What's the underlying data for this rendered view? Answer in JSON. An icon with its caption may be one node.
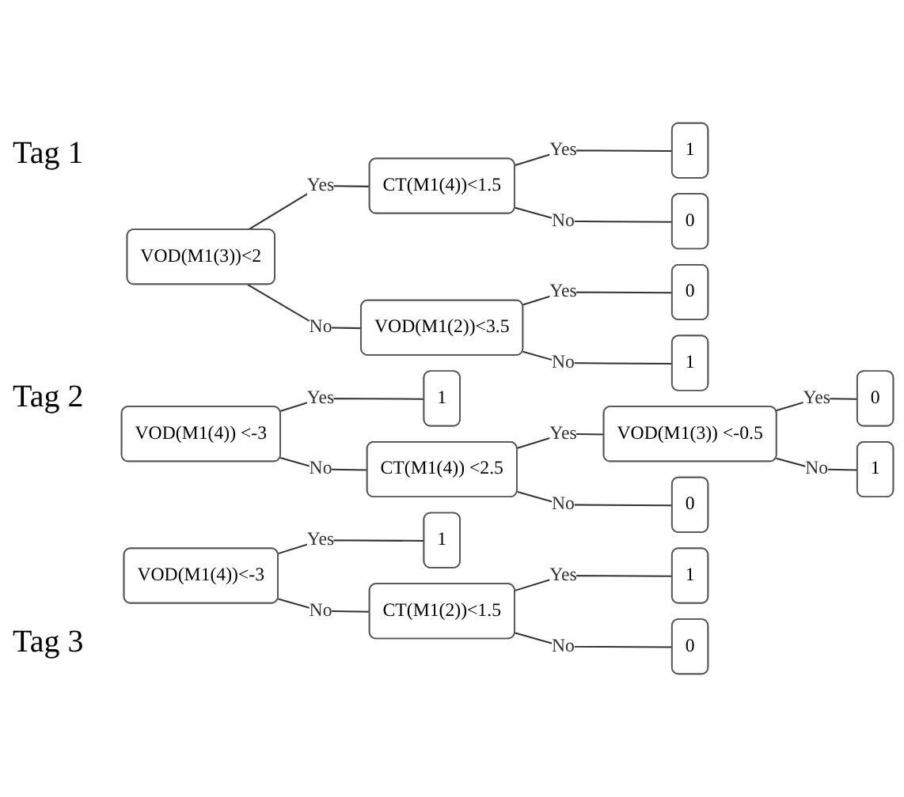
{
  "diagram": {
    "nodes": [
      {
        "text": [
          "VOD(M1(3))<2"
        ]
      },
      {
        "text": [
          "CT(M1(4))<1.5"
        ]
      },
      {
        "text": [
          "1"
        ]
      },
      {
        "text": [
          "0"
        ]
      },
      {
        "text": [
          "VOD(M1(2))<3.5"
        ]
      },
      {
        "text": [
          "0"
        ]
      },
      {
        "text": [
          "1"
        ]
      },
      {
        "text": [
          "VOD(M1(4)) <-3"
        ]
      },
      {
        "text": [
          "1"
        ]
      },
      {
        "text": [
          "CT(M1(4)) <2.5"
        ]
      },
      {
        "text": [
          "VOD(M1(3)) <-0.5"
        ]
      },
      {
        "text": [
          "0"
        ]
      },
      {
        "text": [
          "1"
        ]
      },
      {
        "text": [
          "0"
        ]
      },
      {
        "text": [
          "VOD(M1(4))<-3"
        ]
      },
      {
        "text": [
          "1"
        ]
      },
      {
        "text": [
          "CT(M1(2))<1.5"
        ]
      },
      {
        "text": [
          "1"
        ]
      },
      {
        "text": [
          "0"
        ]
      }
    ],
    "edges": [
      {
        "from": 0,
        "to": 1,
        "arrow": "none",
        "label": "Yes"
      },
      {
        "from": 0,
        "to": 4,
        "arrow": "none",
        "label": "No"
      },
      {
        "from": 1,
        "to": 2,
        "arrow": "none",
        "label": "Yes"
      },
      {
        "from": 1,
        "to": 3,
        "arrow": "none",
        "label": "No"
      },
      {
        "from": 4,
        "to": 5,
        "arrow": "none",
        "label": "Yes"
      },
      {
        "from": 4,
        "to": 6,
        "arrow": "none",
        "label": "No"
      },
      {
        "from": 7,
        "to": 8,
        "arrow": "none",
        "label": "Yes"
      },
      {
        "from": 7,
        "to": 9,
        "arrow": "none",
        "label": "No"
      },
      {
        "from": 9,
        "to": 10,
        "arrow": "none",
        "label": "Yes"
      },
      {
        "from": 9,
        "to": 13,
        "arrow": "none",
        "label": "No"
      },
      {
        "from": 10,
        "to": 11,
        "arrow": "none",
        "label": "Yes"
      },
      {
        "from": 10,
        "to": 12,
        "arrow": "none",
        "label": "No"
      },
      {
        "from": 14,
        "to": 15,
        "arrow": "none",
        "label": "Yes"
      },
      {
        "from": 14,
        "to": 16,
        "arrow": "none",
        "label": "No"
      },
      {
        "from": 16,
        "to": 17,
        "arrow": "none",
        "label": "Yes"
      },
      {
        "from": 16,
        "to": 18,
        "arrow": "none",
        "label": "No"
      }
    ],
    "labels": [
      "Tag 1",
      "Tag 2",
      "Tag 3"
    ]
  }
}
